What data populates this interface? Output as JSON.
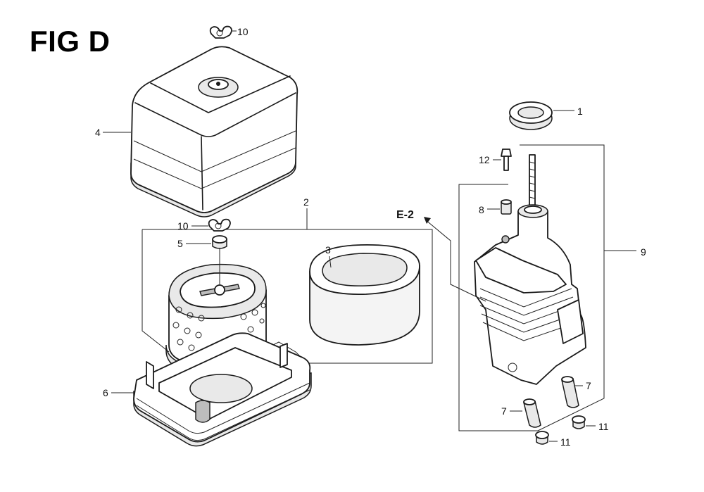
{
  "figure": {
    "title": "FIG D"
  },
  "reference": {
    "label": "E-2"
  },
  "callouts": {
    "c1": "1",
    "c2": "2",
    "c3": "3",
    "c4": "4",
    "c5": "5",
    "c6": "6",
    "c7a": "7",
    "c7b": "7",
    "c8": "8",
    "c9": "9",
    "c10a": "10",
    "c10b": "10",
    "c11a": "11",
    "c11b": "11",
    "c12": "12"
  }
}
